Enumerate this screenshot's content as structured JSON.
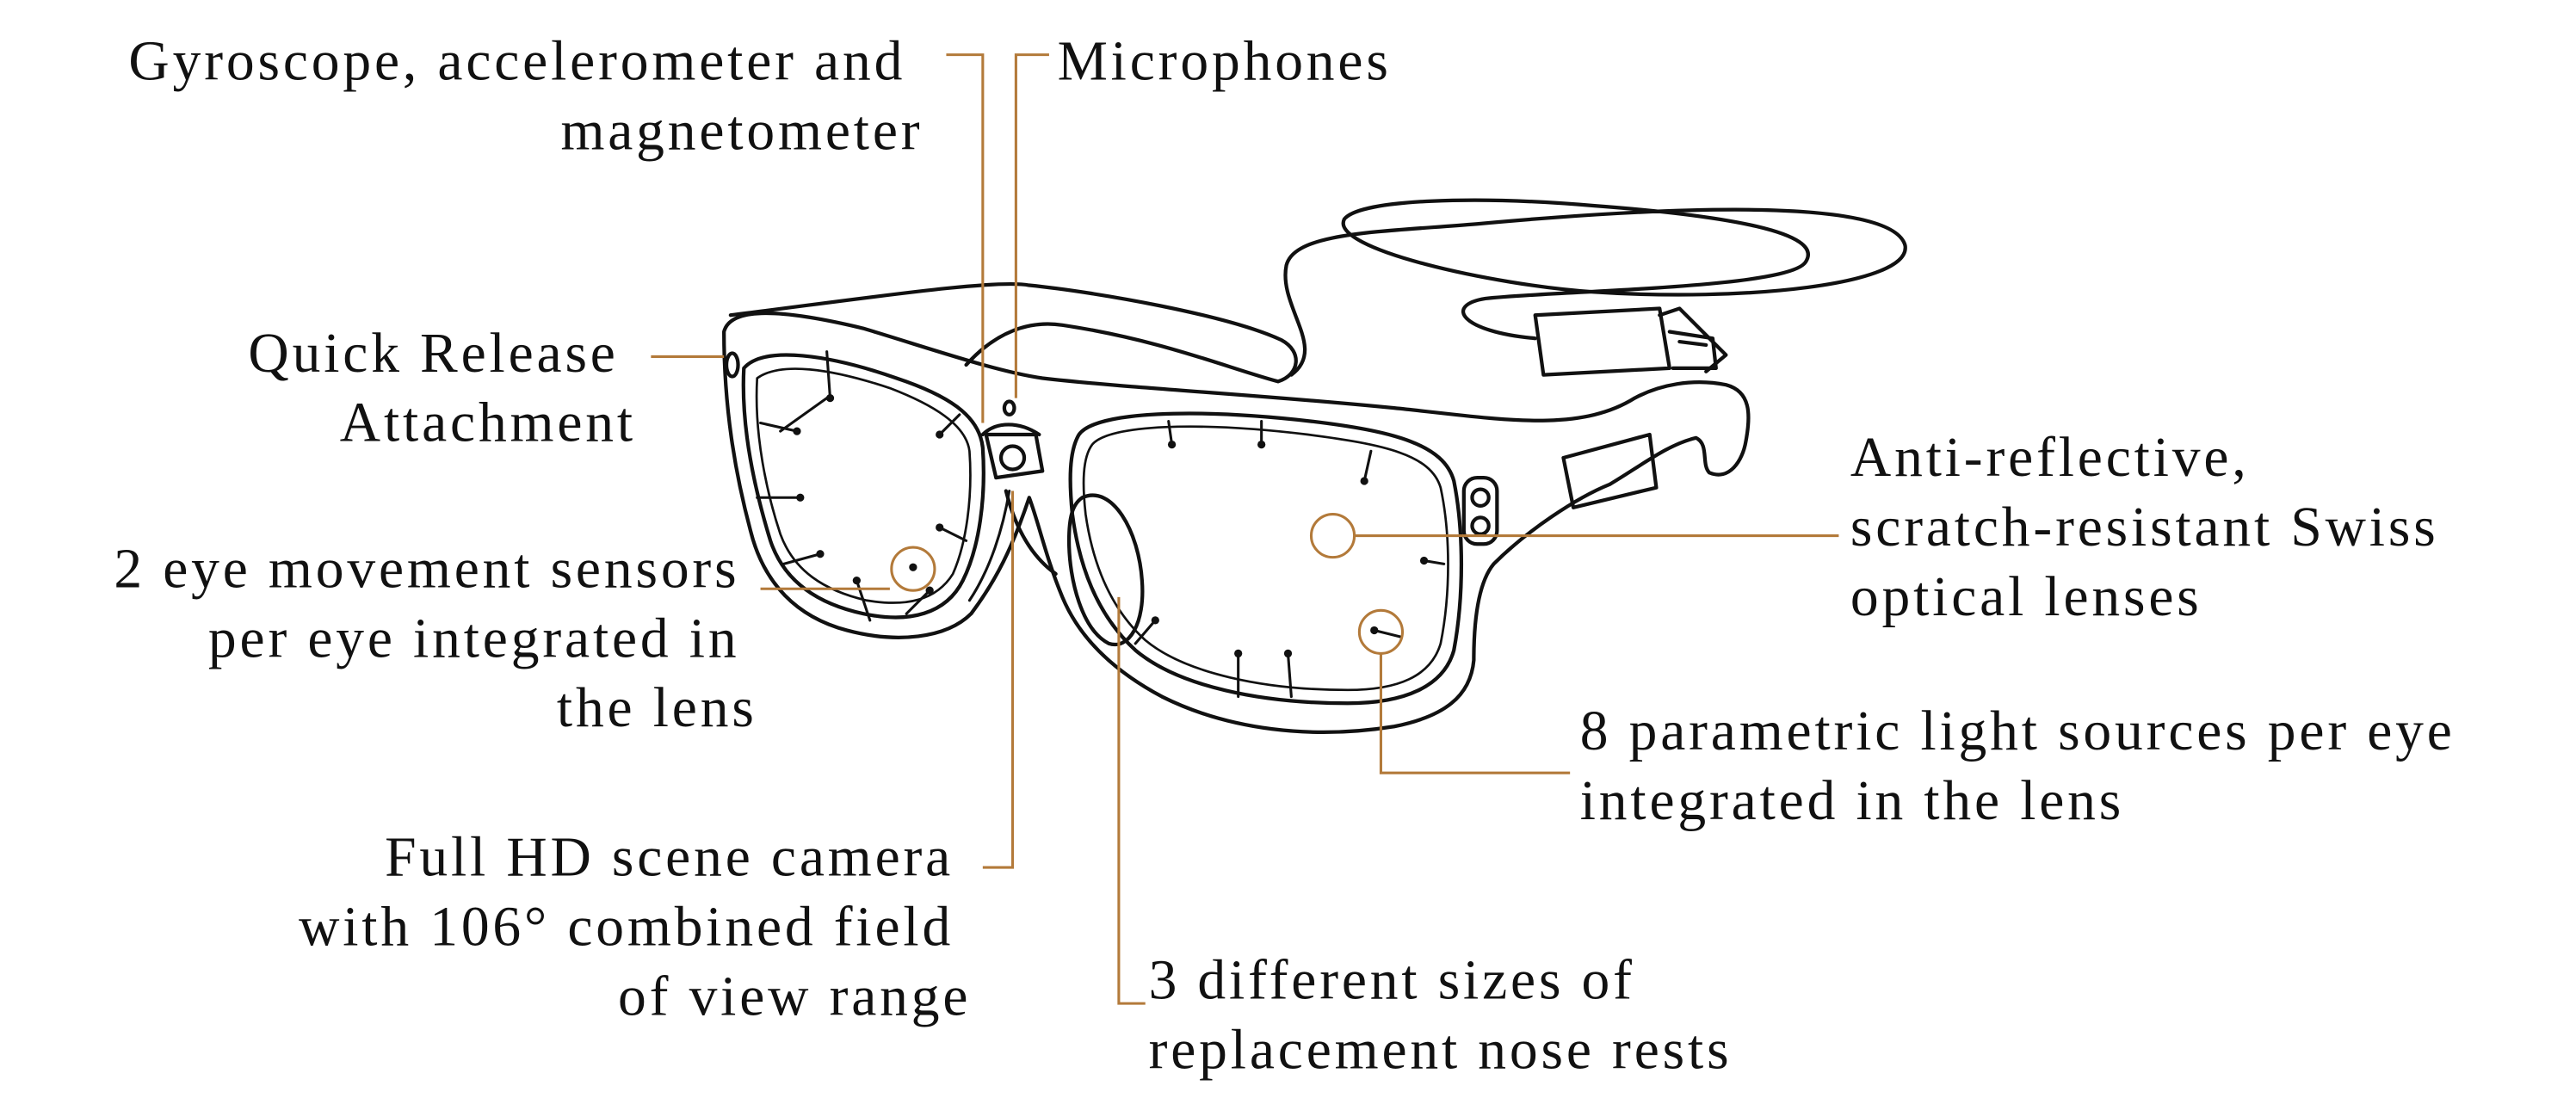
{
  "diagram": {
    "accent_color": "#b37a3a",
    "line_color": "#111111",
    "callouts": {
      "gyroscope": {
        "lines": [
          "Gyroscope, accelerometer and",
          "magnetometer"
        ]
      },
      "microphones": {
        "lines": [
          "Microphones"
        ]
      },
      "quick_release": {
        "lines": [
          "Quick Release",
          "Attachment"
        ]
      },
      "eye_sensors": {
        "lines": [
          "2 eye movement sensors",
          "per eye integrated in",
          "the lens"
        ]
      },
      "scene_camera": {
        "lines": [
          "Full HD scene camera",
          "with 106° combined field",
          "of view range"
        ]
      },
      "lenses": {
        "lines": [
          "Anti-reflective,",
          "scratch-resistant Swiss",
          "optical lenses"
        ]
      },
      "light_sources": {
        "lines": [
          "8 parametric light sources per eye",
          "integrated in the lens"
        ]
      },
      "nose_rests": {
        "lines": [
          "3 different sizes of",
          "replacement nose rests"
        ]
      }
    }
  }
}
